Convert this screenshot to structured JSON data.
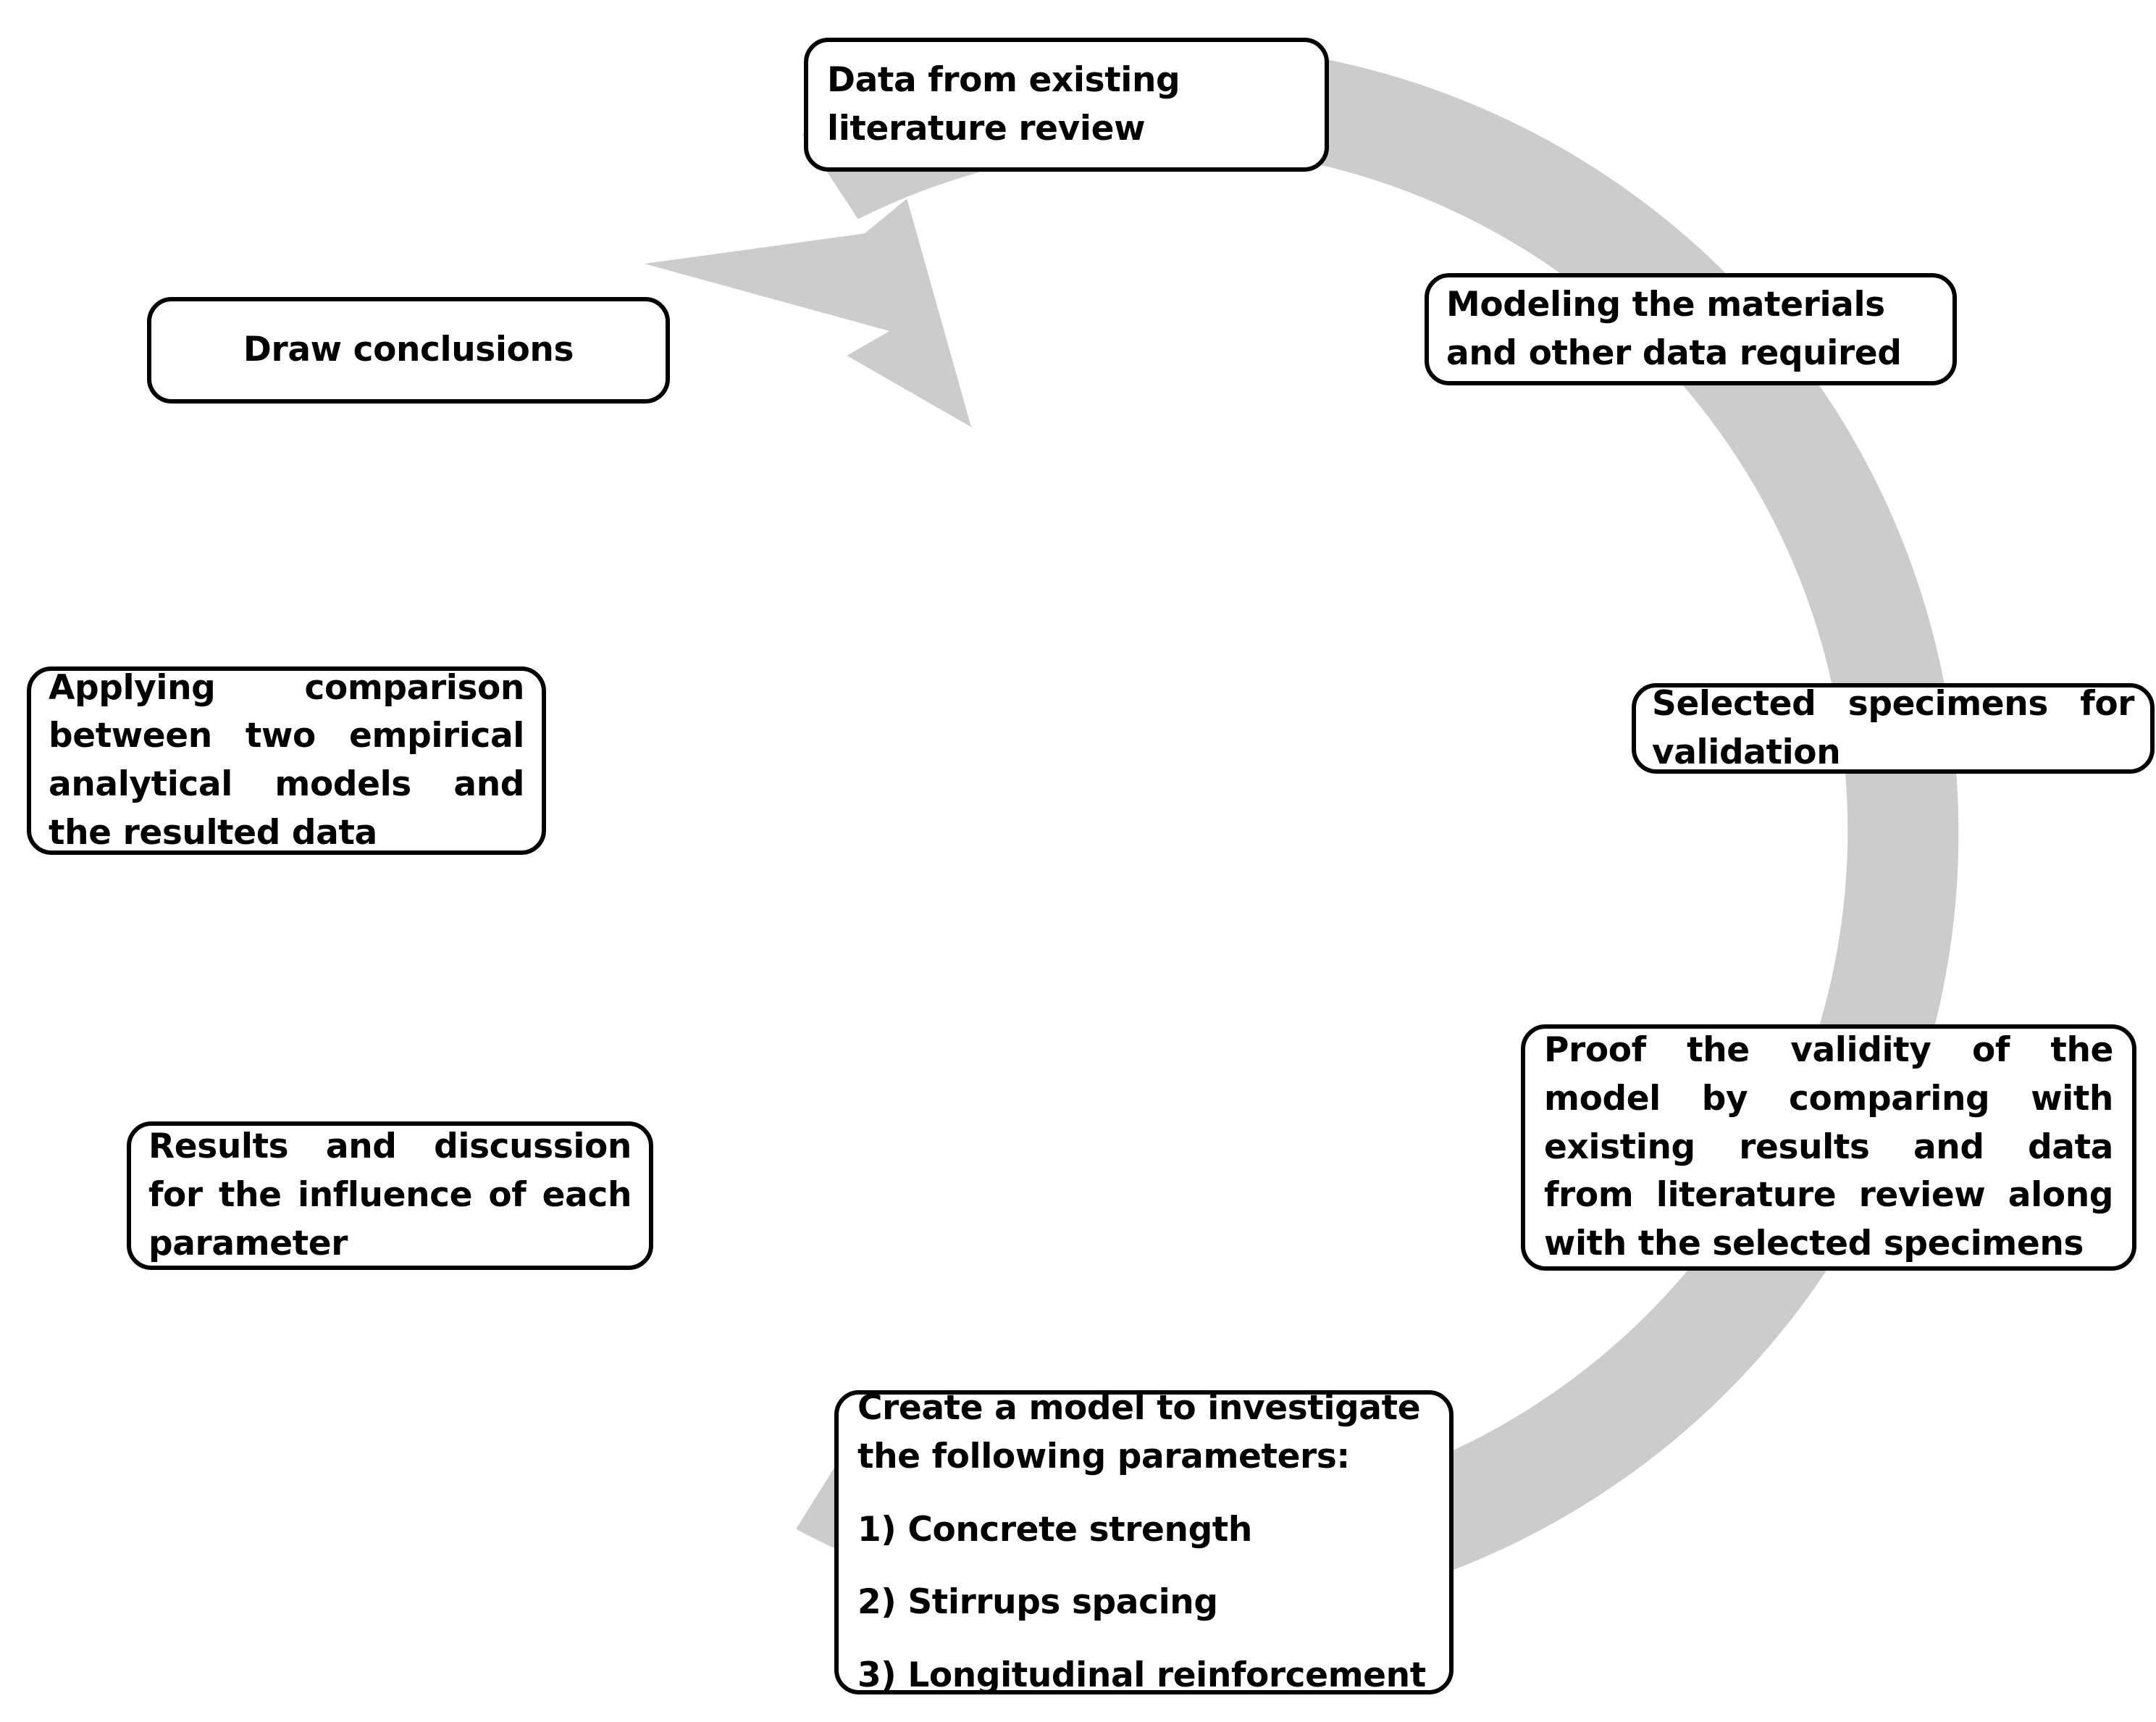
{
  "diagram": {
    "type": "cyclical-process-flow",
    "title": "",
    "ring_color": "#cccccc",
    "box_border_color": "#000000",
    "box_fill_color": "#ffffff",
    "text_color": "#000000",
    "direction": "clockwise",
    "arrow": {
      "name": "circular-arrow",
      "points_to": "Data from existing literature review"
    }
  },
  "nodes": [
    {
      "id": "literature",
      "order": 1,
      "text": "Data from existing literature review",
      "align": "left"
    },
    {
      "id": "modeling",
      "order": 2,
      "text": "Modeling the materials and other data required",
      "align": "left"
    },
    {
      "id": "specimens",
      "order": 3,
      "text": "Selected specimens for validation",
      "align": "justify"
    },
    {
      "id": "proof",
      "order": 4,
      "text": "Proof the validity of the model by comparing with existing results and data from literature review along with the selected specimens",
      "align": "justify"
    },
    {
      "id": "create",
      "order": 5,
      "heading": "Create a model to investigate the following parameters:",
      "items": [
        "1) Concrete strength",
        "2) Stirrups spacing",
        "3) Longitudinal reinforcement"
      ],
      "align": "left"
    },
    {
      "id": "results",
      "order": 6,
      "text": "Results and discussion for the influence of each parameter",
      "align": "justify"
    },
    {
      "id": "applying",
      "order": 7,
      "text": "Applying comparison between two empirical analytical models and the resulted data",
      "align": "justify"
    },
    {
      "id": "conclusions",
      "order": 8,
      "text": "Draw conclusions",
      "align": "center"
    }
  ]
}
